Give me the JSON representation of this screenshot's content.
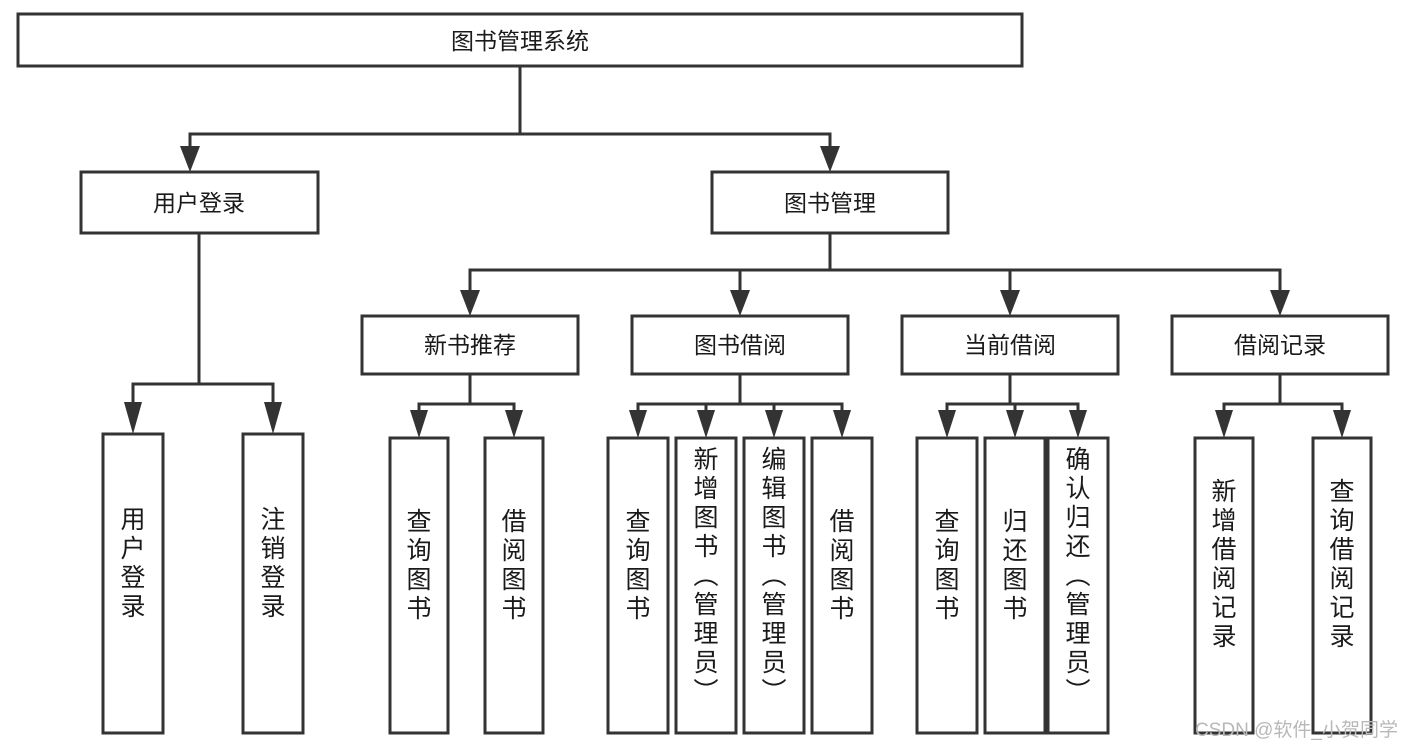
{
  "diagram": {
    "type": "tree-hierarchy",
    "title": "图书管理系统",
    "orientation": "top-down",
    "colors": {
      "box_fill": "#ffffff",
      "box_stroke": "#333333",
      "text": "#1a1a1a",
      "watermark": "#b8b8b8",
      "background": "#ffffff"
    },
    "levels": [
      {
        "level": 1,
        "nodes": [
          {
            "id": "root",
            "label": "图书管理系统",
            "orientation": "horizontal"
          }
        ]
      },
      {
        "level": 2,
        "nodes": [
          {
            "id": "login",
            "label": "用户登录",
            "orientation": "horizontal",
            "parent": "root"
          },
          {
            "id": "bookmgmt",
            "label": "图书管理",
            "orientation": "horizontal",
            "parent": "root"
          }
        ]
      },
      {
        "level": 3,
        "nodes": [
          {
            "id": "newbook",
            "label": "新书推荐",
            "orientation": "horizontal",
            "parent": "bookmgmt"
          },
          {
            "id": "borrow",
            "label": "图书借阅",
            "orientation": "horizontal",
            "parent": "bookmgmt"
          },
          {
            "id": "current",
            "label": "当前借阅",
            "orientation": "horizontal",
            "parent": "bookmgmt"
          },
          {
            "id": "record",
            "label": "借阅记录",
            "orientation": "horizontal",
            "parent": "bookmgmt"
          }
        ]
      },
      {
        "level": 4,
        "nodes": [
          {
            "id": "leaf-user-login",
            "label": "用户登录",
            "orientation": "vertical",
            "parent": "login"
          },
          {
            "id": "leaf-logout",
            "label": "注销登录",
            "orientation": "vertical",
            "parent": "login"
          },
          {
            "id": "leaf-query-book-1",
            "label": "查询图书",
            "orientation": "vertical",
            "parent": "newbook"
          },
          {
            "id": "leaf-borrow-book-1",
            "label": "借阅图书",
            "orientation": "vertical",
            "parent": "newbook"
          },
          {
            "id": "leaf-query-book-2",
            "label": "查询图书",
            "orientation": "vertical",
            "parent": "borrow"
          },
          {
            "id": "leaf-add-book",
            "label": "新增图书（管理员）",
            "orientation": "vertical",
            "parent": "borrow"
          },
          {
            "id": "leaf-edit-book",
            "label": "编辑图书（管理员）",
            "orientation": "vertical",
            "parent": "borrow"
          },
          {
            "id": "leaf-borrow-book-2",
            "label": "借阅图书",
            "orientation": "vertical",
            "parent": "borrow"
          },
          {
            "id": "leaf-query-book-3",
            "label": "查询图书",
            "orientation": "vertical",
            "parent": "current"
          },
          {
            "id": "leaf-return-book",
            "label": "归还图书",
            "orientation": "vertical",
            "parent": "current"
          },
          {
            "id": "leaf-confirm-return",
            "label": "确认归还（管理员）",
            "orientation": "vertical",
            "parent": "current"
          },
          {
            "id": "leaf-add-record",
            "label": "新增借阅记录",
            "orientation": "vertical",
            "parent": "record"
          },
          {
            "id": "leaf-query-record",
            "label": "查询借阅记录",
            "orientation": "vertical",
            "parent": "record"
          }
        ]
      }
    ]
  },
  "watermark": {
    "text": "CSDN @软件_小贺同学"
  }
}
